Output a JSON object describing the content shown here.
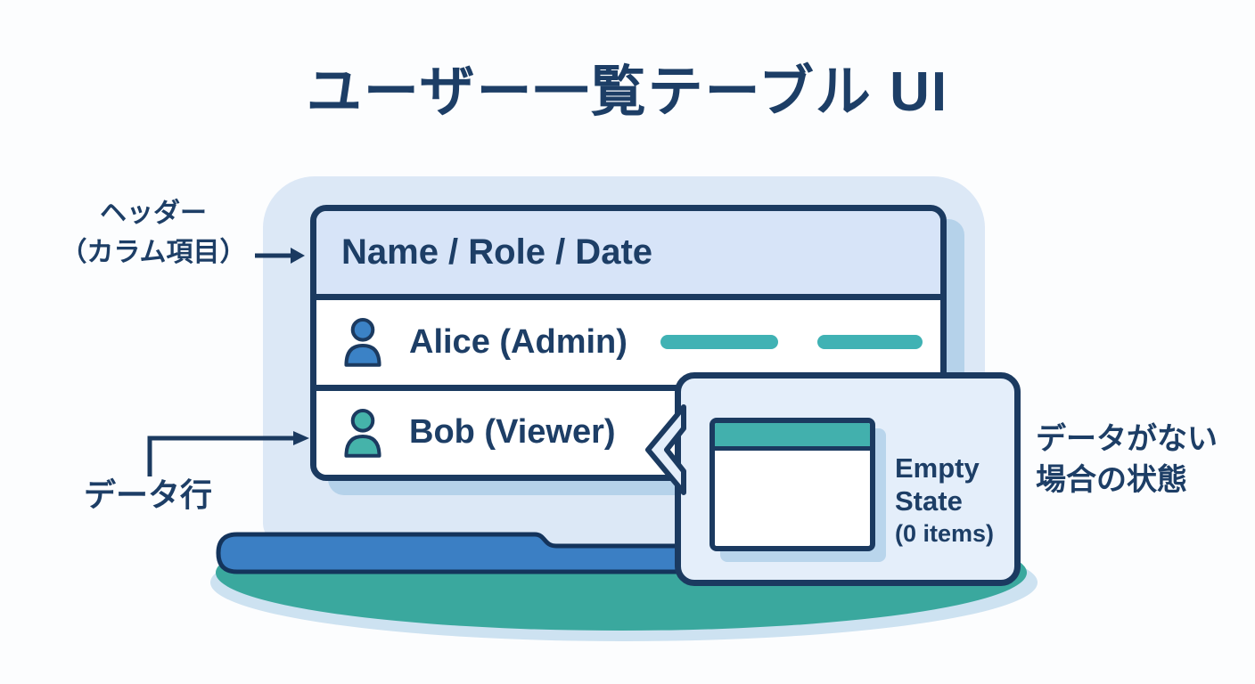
{
  "title": "ユーザー一覧テーブル UI",
  "annotations": {
    "header": {
      "line1": "ヘッダー",
      "line2": "（カラム項目）"
    },
    "data_row": {
      "label": "データ行"
    },
    "empty_state": {
      "line1": "データがない",
      "line2": "場合の状態"
    }
  },
  "table": {
    "header": "Name / Role / Date",
    "rows": [
      {
        "label": "Alice (Admin)"
      },
      {
        "label": "Bob (Viewer)"
      }
    ]
  },
  "callout": {
    "line1": "Empty",
    "line2": "State",
    "count": "(0 items)"
  },
  "colors": {
    "navy_text": "#1d3e66",
    "navy_border": "#1b3a60",
    "accent_blue": "#3b7fc4",
    "accent_teal": "#42b0ad",
    "panel_blue": "#dce8f6",
    "header_row_blue": "#d7e4f8",
    "callout_blue": "#e4eefa",
    "shadow_blue": "#b5d2ea",
    "ground_teal": "#3aa89e",
    "ground_rim_blue": "#cde2f1"
  }
}
